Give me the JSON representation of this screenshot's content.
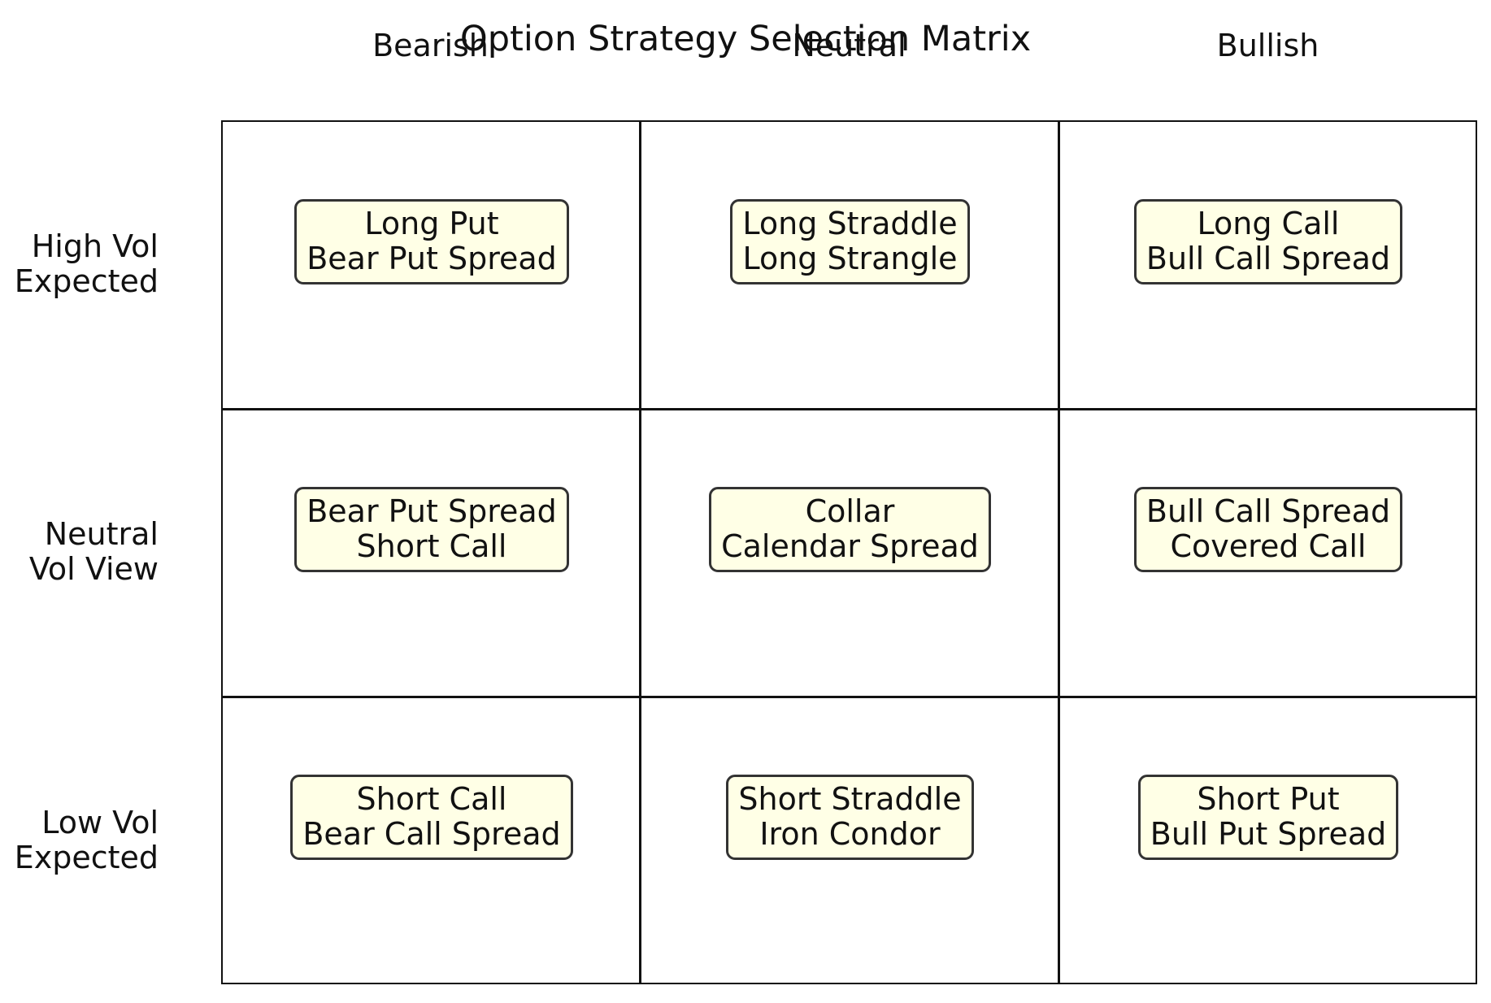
{
  "title": "Option Strategy Selection Matrix",
  "columns": [
    "Bearish",
    "Neutral",
    "Bullish"
  ],
  "rows": [
    {
      "label": [
        "High Vol",
        "Expected"
      ]
    },
    {
      "label": [
        "Neutral",
        "Vol View"
      ]
    },
    {
      "label": [
        "Low Vol",
        "Expected"
      ]
    }
  ],
  "cells": [
    [
      [
        "Long Put",
        "Bear Put Spread"
      ],
      [
        "Long Straddle",
        "Long Strangle"
      ],
      [
        "Long Call",
        "Bull Call Spread"
      ]
    ],
    [
      [
        "Bear Put Spread",
        "Short Call"
      ],
      [
        "Collar",
        "Calendar Spread"
      ],
      [
        "Bull Call Spread",
        "Covered Call"
      ]
    ],
    [
      [
        "Short Call",
        "Bear Call Spread"
      ],
      [
        "Short Straddle",
        "Iron Condor"
      ],
      [
        "Short Put",
        "Bull Put Spread"
      ]
    ]
  ],
  "colors": {
    "box_fill": "#ffffe6",
    "box_border": "#333333",
    "grid_line": "#111111"
  }
}
